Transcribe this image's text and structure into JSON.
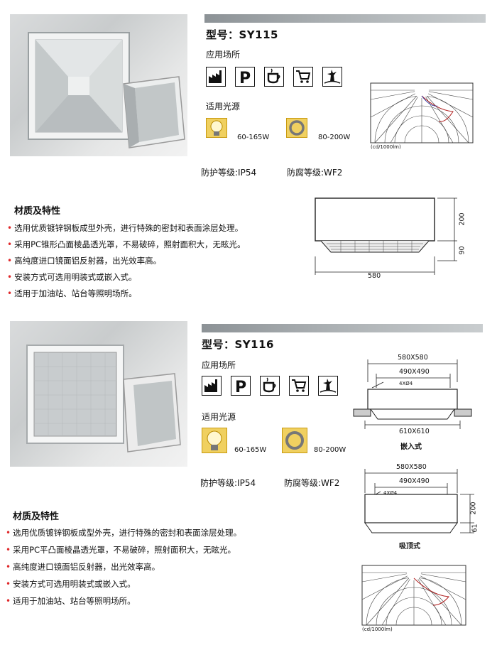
{
  "products": [
    {
      "model": "型号：SY115",
      "app_label": "应用场所",
      "app_icons": [
        "factory-icon",
        "parking-icon",
        "coffee-cup-icon",
        "shopping-cart-icon",
        "statue-icon"
      ],
      "light_label": "适用光源",
      "lamp1_watt": "60-165W",
      "lamp2_watt": "80-200W",
      "ip": "防护等级:IP54",
      "wf": "防腐等级:WF2",
      "features_title": "材质及特性",
      "features": [
        "选用优质镀锌钢板成型外壳，进行特殊的密封和表面涂层处理。",
        "采用PC锥形凸面棱晶透光罩，不易破碎，照射面积大，无眩光。",
        "高纯度进口镜面铝反射器，出光效率高。",
        "安装方式可选用明装式或嵌入式。",
        "适用于加油站、站台等照明场所。"
      ],
      "polar_unit": "(cd/1000lm)",
      "dims": {
        "height": "200",
        "bottom": "90",
        "width": "580"
      }
    },
    {
      "model": "型号：SY116",
      "app_label": "应用场所",
      "app_icons": [
        "factory-icon",
        "parking-icon",
        "coffee-cup-icon",
        "shopping-cart-icon",
        "statue-icon"
      ],
      "light_label": "适用光源",
      "lamp1_watt": "60-165W",
      "lamp2_watt": "80-200W",
      "ip": "防护等级:IP54",
      "wf": "防腐等级:WF2",
      "features_title": "材质及特性",
      "features": [
        "选用优质镀锌钢板成型外壳，进行特殊的密封和表面涂层处理。",
        "采用PC平凸面棱晶透光罩，不易破碎，照射面积大，无眩光。",
        "高纯度进口镜面铝反射器，出光效率高。",
        "安装方式可选用明装式或嵌入式。",
        "适用于加油站、站台等照明场所。"
      ],
      "polar_unit": "(cd/1000lm)",
      "embed": {
        "top": "580X580",
        "mid": "490X490",
        "holes": "4XØ4",
        "bottom": "610X610",
        "caption": "嵌入式"
      },
      "surface": {
        "top": "580X580",
        "mid": "490X490",
        "holes": "4XØ4",
        "height": "200",
        "foot": "61",
        "caption": "吸顶式"
      }
    }
  ],
  "colors": {
    "accent_bullet": "#e0282a",
    "lamp_yellow": "#f0d060"
  }
}
